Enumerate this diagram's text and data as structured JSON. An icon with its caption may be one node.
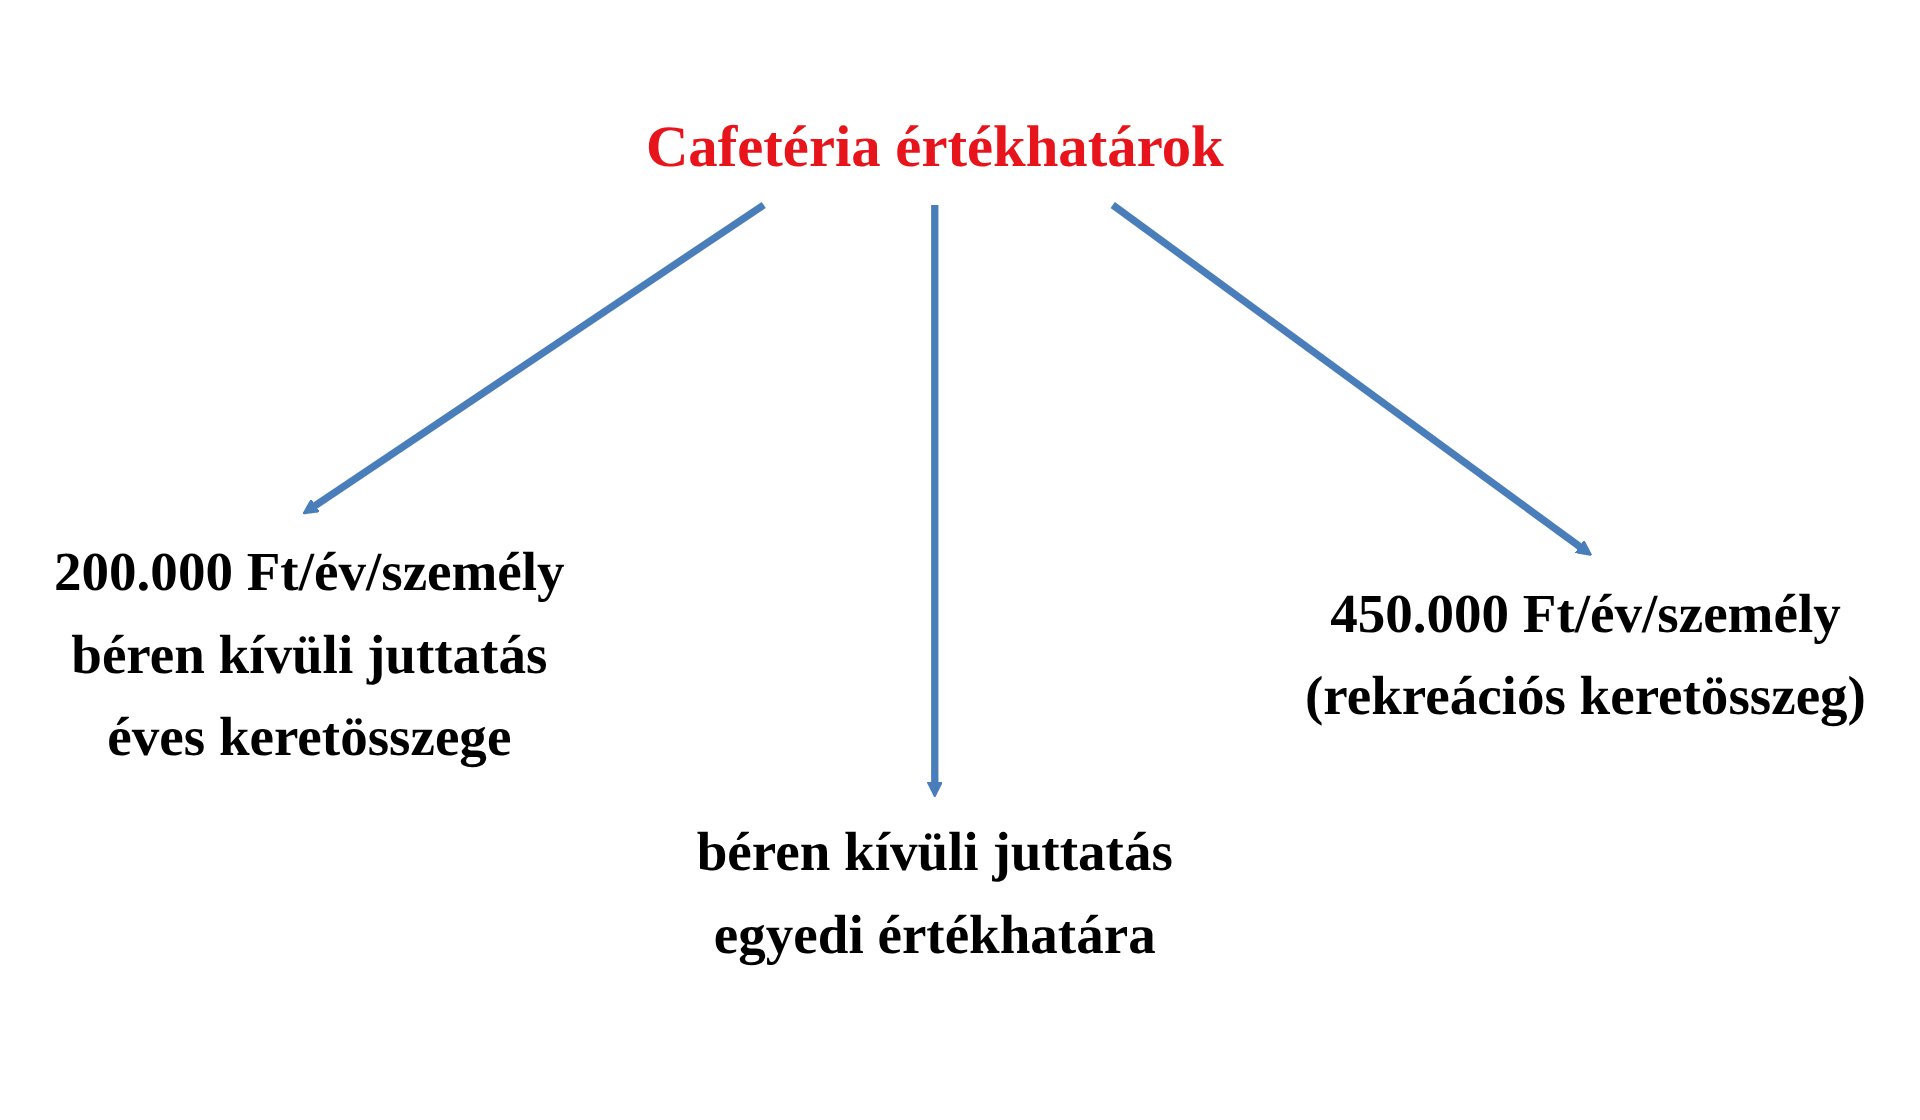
{
  "diagram": {
    "nodes": [
      {
        "text": [
          "Cafetéria értékhatárok"
        ]
      },
      {
        "text": [
          "200.000 Ft/év/személy béren kívüli juttatás éves keretösszege"
        ]
      },
      {
        "text": [
          "450.000 Ft/év/személy (rekreációs keretösszeg)"
        ]
      },
      {
        "text": [
          "béren kívüli juttatás egyedi értékhatára"
        ]
      }
    ],
    "edges": [
      {
        "from": 0,
        "to": 1,
        "arrow": "to"
      },
      {
        "from": 0,
        "to": 3,
        "arrow": "to"
      },
      {
        "from": 0,
        "to": 2,
        "arrow": "to"
      }
    ]
  }
}
